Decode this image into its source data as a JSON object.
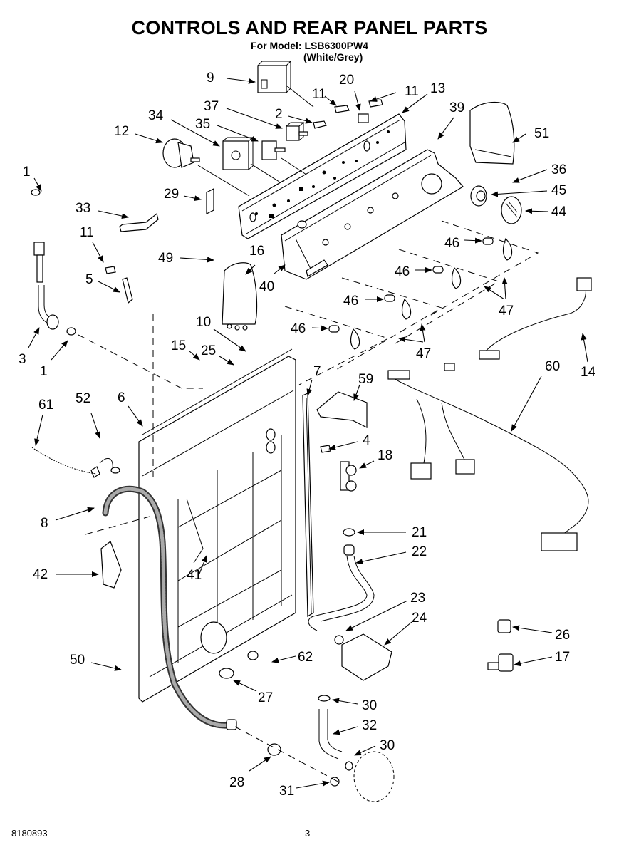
{
  "header": {
    "title": "CONTROLS AND REAR PANEL PARTS",
    "model_line": "For Model: LSB6300PW4",
    "color_line": "(White/Grey)"
  },
  "footer": {
    "document_number": "8180893",
    "page_number": "3"
  },
  "callouts": [
    {
      "id": "9",
      "label": "9"
    },
    {
      "id": "20",
      "label": "20"
    },
    {
      "id": "11a",
      "label": "11"
    },
    {
      "id": "11b",
      "label": "11"
    },
    {
      "id": "13",
      "label": "13"
    },
    {
      "id": "37",
      "label": "37"
    },
    {
      "id": "2",
      "label": "2"
    },
    {
      "id": "39",
      "label": "39"
    },
    {
      "id": "34",
      "label": "34"
    },
    {
      "id": "35",
      "label": "35"
    },
    {
      "id": "12",
      "label": "12"
    },
    {
      "id": "51",
      "label": "51"
    },
    {
      "id": "1a",
      "label": "1"
    },
    {
      "id": "36",
      "label": "36"
    },
    {
      "id": "29",
      "label": "29"
    },
    {
      "id": "45",
      "label": "45"
    },
    {
      "id": "33",
      "label": "33"
    },
    {
      "id": "44",
      "label": "44"
    },
    {
      "id": "11c",
      "label": "11"
    },
    {
      "id": "46a",
      "label": "46"
    },
    {
      "id": "49",
      "label": "49"
    },
    {
      "id": "16",
      "label": "16"
    },
    {
      "id": "5",
      "label": "5"
    },
    {
      "id": "40",
      "label": "40"
    },
    {
      "id": "46b",
      "label": "46"
    },
    {
      "id": "46c",
      "label": "46"
    },
    {
      "id": "47a",
      "label": "47"
    },
    {
      "id": "10",
      "label": "10"
    },
    {
      "id": "46d",
      "label": "46"
    },
    {
      "id": "3",
      "label": "3"
    },
    {
      "id": "1b",
      "label": "1"
    },
    {
      "id": "15",
      "label": "15"
    },
    {
      "id": "25",
      "label": "25"
    },
    {
      "id": "47b",
      "label": "47"
    },
    {
      "id": "7",
      "label": "7"
    },
    {
      "id": "60",
      "label": "60"
    },
    {
      "id": "14",
      "label": "14"
    },
    {
      "id": "61",
      "label": "61"
    },
    {
      "id": "52",
      "label": "52"
    },
    {
      "id": "6",
      "label": "6"
    },
    {
      "id": "59",
      "label": "59"
    },
    {
      "id": "4",
      "label": "4"
    },
    {
      "id": "18",
      "label": "18"
    },
    {
      "id": "8",
      "label": "8"
    },
    {
      "id": "21",
      "label": "21"
    },
    {
      "id": "22",
      "label": "22"
    },
    {
      "id": "42",
      "label": "42"
    },
    {
      "id": "41",
      "label": "41"
    },
    {
      "id": "23",
      "label": "23"
    },
    {
      "id": "24",
      "label": "24"
    },
    {
      "id": "26",
      "label": "26"
    },
    {
      "id": "50",
      "label": "50"
    },
    {
      "id": "62",
      "label": "62"
    },
    {
      "id": "17",
      "label": "17"
    },
    {
      "id": "27",
      "label": "27"
    },
    {
      "id": "30a",
      "label": "30"
    },
    {
      "id": "32",
      "label": "32"
    },
    {
      "id": "30b",
      "label": "30"
    },
    {
      "id": "28",
      "label": "28"
    },
    {
      "id": "31",
      "label": "31"
    }
  ]
}
